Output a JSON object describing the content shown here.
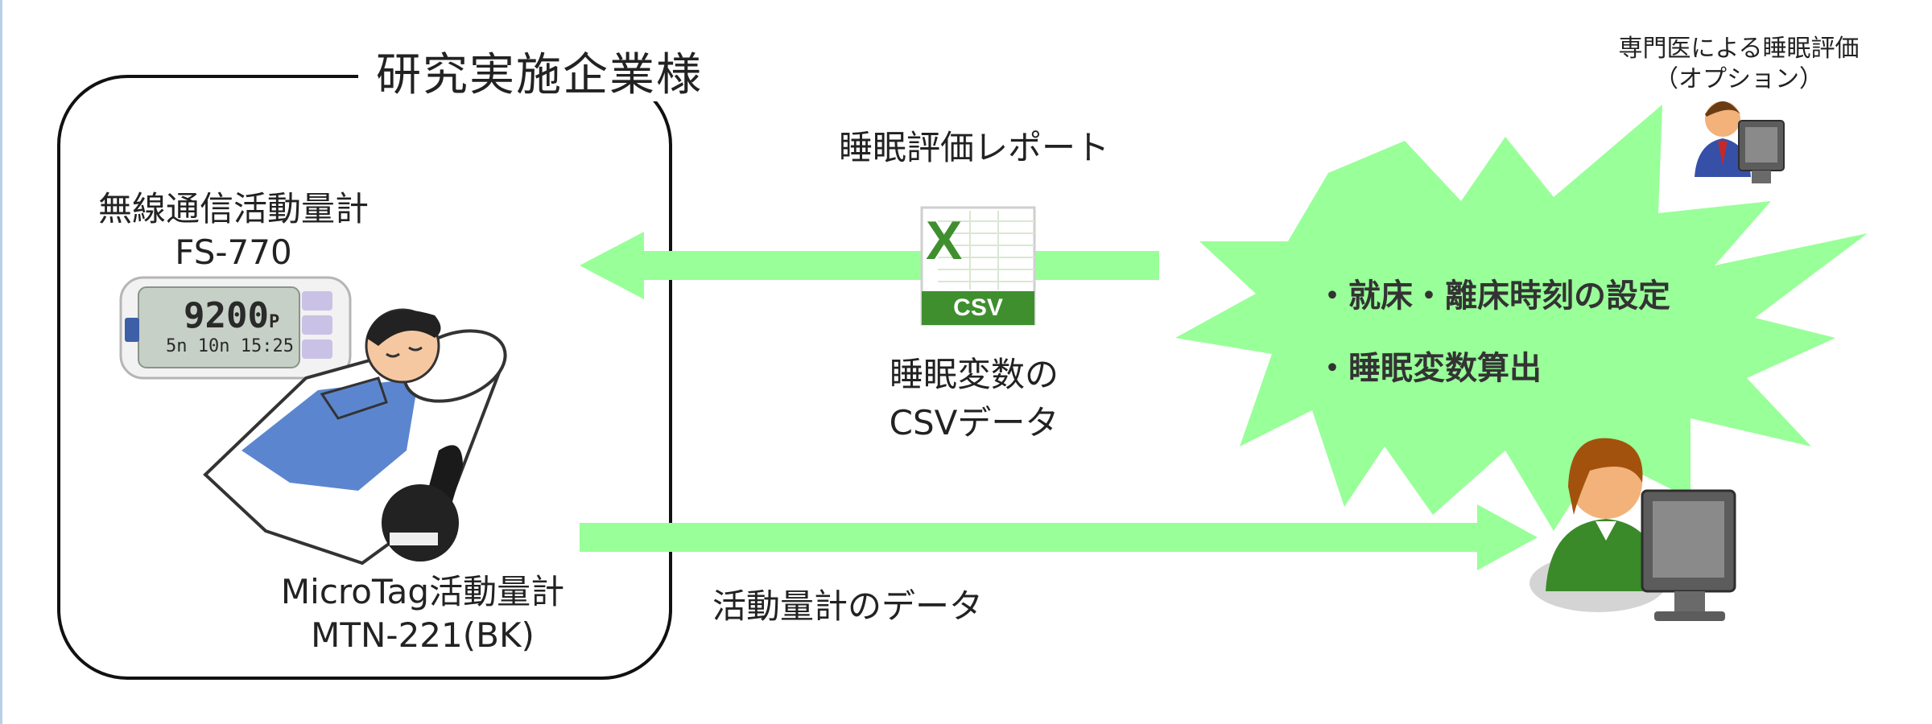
{
  "box": {
    "title": "研究実施企業様"
  },
  "devices": {
    "fs770": {
      "name": "無線通信活動量計",
      "model": "FS-770",
      "display_main": "9200",
      "display_unit": "P",
      "display_sub": "5n 10n 15:25"
    },
    "microtag": {
      "name": "MicroTag活動量計",
      "model": "MTN-221(BK)"
    }
  },
  "report": {
    "label": "睡眠評価レポート",
    "file_badge": "CSV",
    "csv_caption_line1": "睡眠変数の",
    "csv_caption_line2": "CSVデータ"
  },
  "data_flow": {
    "label": "活動量計のデータ"
  },
  "processing": {
    "items": [
      "・就床・離床時刻の設定",
      "・睡眠変数算出"
    ],
    "fill_color": "#99ff99"
  },
  "specialist": {
    "label_line1": "専門医による睡眠評価",
    "label_line2": "（オプション）"
  },
  "colors": {
    "arrow": "#99ff99",
    "box_border": "#111111",
    "excel_green": "#3f8f2f"
  }
}
